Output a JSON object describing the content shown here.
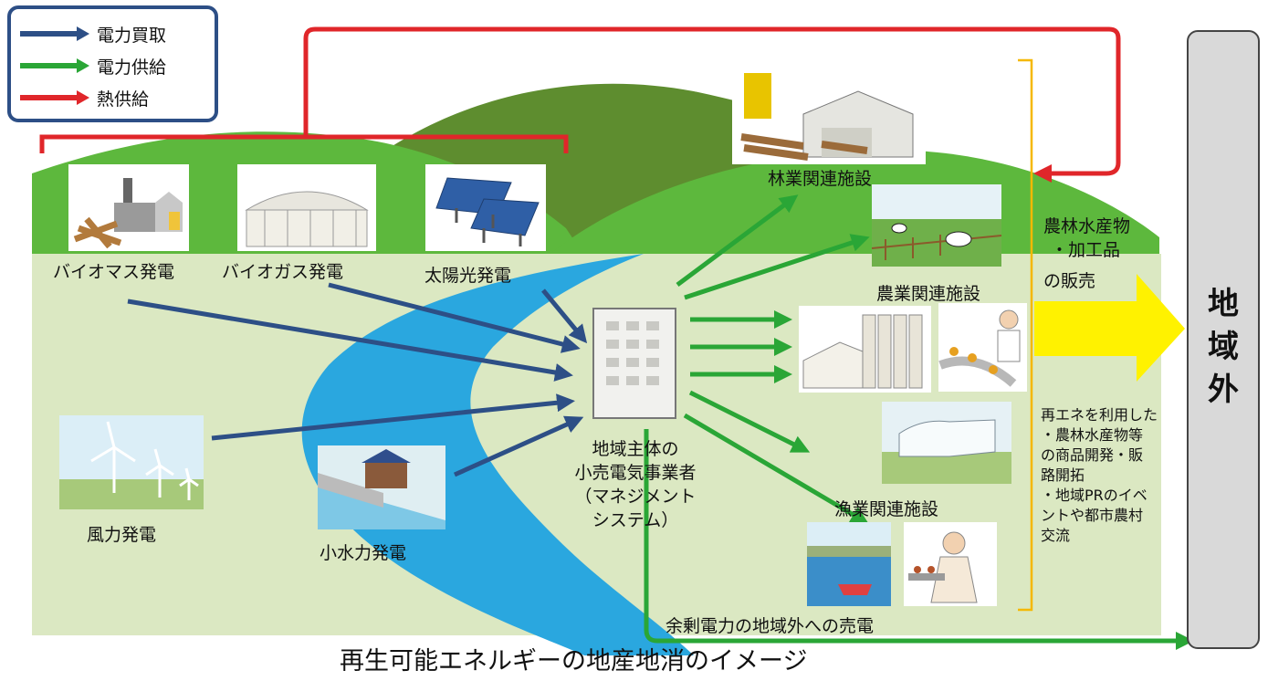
{
  "legend": {
    "items": [
      {
        "label": "電力買取",
        "color": "#2d4f86"
      },
      {
        "label": "電力供給",
        "color": "#2aa636"
      },
      {
        "label": "熱供給",
        "color": "#e0262a"
      }
    ]
  },
  "sources": {
    "biomass": "バイオマス発電",
    "biogas": "バイオガス発電",
    "solar": "太陽光発電",
    "wind": "風力発電",
    "hydro": "小水力発電"
  },
  "center": {
    "line1": "地域主体の",
    "line2": "小売電気事業者",
    "line3": "（マネジメント",
    "line4": "システム）"
  },
  "facilities": {
    "forestry": "林業関連施設",
    "agriculture": "農業関連施設",
    "fishery": "漁業関連施設"
  },
  "products": {
    "line1": "農林水産物",
    "line2": "・加工品",
    "line3": "の販売"
  },
  "initiatives": "再エネを利用した\n・農林水産物等\nの商品開発・販\n路開拓\n・地域PRのイベ\nントや都市農村\n交流",
  "outside": {
    "char1": "地",
    "char2": "域",
    "char3": "外"
  },
  "surplus": "余剰電力の地域外への売電",
  "caption": "再生可能エネルギーの地産地消のイメージ",
  "colors": {
    "purchase": "#2d4f86",
    "supply": "#2aa636",
    "heat": "#e0262a",
    "river": "#2aa7df",
    "land": "#dbe8c2",
    "hill_light": "#5db83d",
    "hill_dark": "#5e8d2f",
    "sales_arrow": "#fff200",
    "bracket": "#f5b800"
  }
}
